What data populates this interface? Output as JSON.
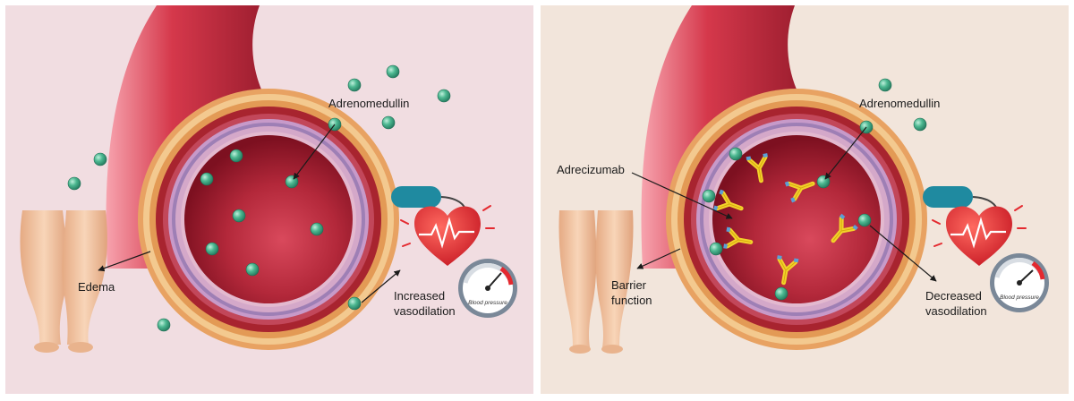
{
  "colors": {
    "left_bg": "#f1dde1",
    "right_bg": "#f2e5db",
    "vessel_red": "#b3283a",
    "lumen_dark": "#8e1424",
    "molecule_green": "#3aa584",
    "antibody_yellow": "#f2d22a",
    "heart_red": "#e4292f",
    "cuff_teal": "#1f8aa0",
    "skin": "#f0c4a0"
  },
  "left_panel": {
    "label_adrenomedullin": "Adrenomedullin",
    "label_edema": "Edema",
    "label_vasodilation_1": "Increased",
    "label_vasodilation_2": "vasodilation",
    "gauge_text": "Blood pressure"
  },
  "right_panel": {
    "label_adrenomedullin": "Adrenomedullin",
    "label_adrecizumab": "Adrecizumab",
    "label_barrier_1": "Barrier",
    "label_barrier_2": "function",
    "label_vasodilation_1": "Decreased",
    "label_vasodilation_2": "vasodilation",
    "gauge_text": "Blood pressure"
  },
  "icons": {
    "molecule": "adrenomedullin-molecule-icon",
    "antibody": "antibody-icon",
    "heart": "heart-icon",
    "gauge": "blood-pressure-gauge-icon",
    "legs": "legs-icon"
  }
}
